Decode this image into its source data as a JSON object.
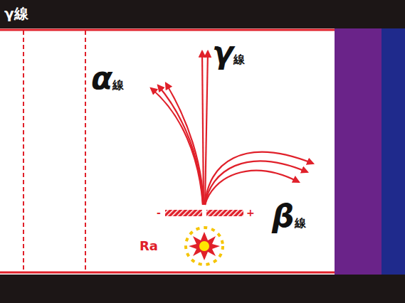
{
  "diagram": {
    "title": "γ線",
    "labels": [
      "α線",
      "γ線",
      "β線",
      "Ra",
      "-",
      "+"
    ]
  }
}
